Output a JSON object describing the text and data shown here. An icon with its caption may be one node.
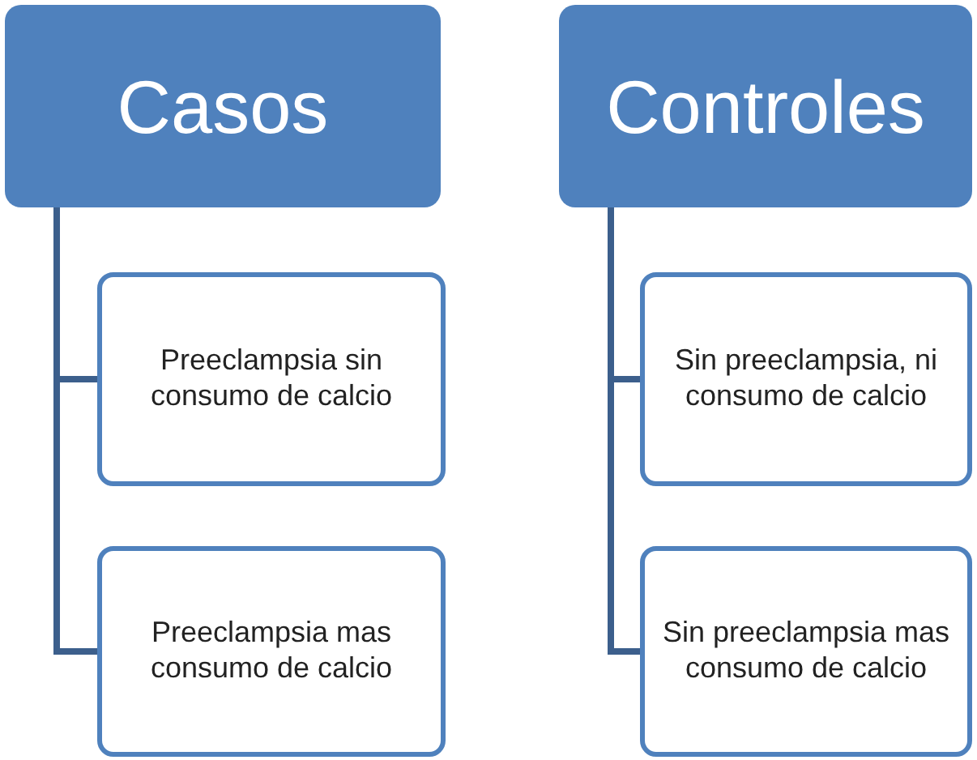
{
  "diagram": {
    "nodes": [
      {
        "text": [
          "Casos"
        ]
      },
      {
        "text": [
          "Preeclampsia sin consumo de calcio"
        ]
      },
      {
        "text": [
          "Preeclampsia mas consumo de calcio"
        ]
      },
      {
        "text": [
          "Controles"
        ]
      },
      {
        "text": [
          "Sin preeclampsia, ni consumo de calcio"
        ]
      },
      {
        "text": [
          "Sin preeclampsia mas consumo de calcio"
        ]
      }
    ],
    "edges": [
      {
        "from": 0,
        "to": 1,
        "arrow": "none"
      },
      {
        "from": 0,
        "to": 2,
        "arrow": "none"
      },
      {
        "from": 3,
        "to": 4,
        "arrow": "none"
      },
      {
        "from": 3,
        "to": 5,
        "arrow": "none"
      }
    ]
  }
}
